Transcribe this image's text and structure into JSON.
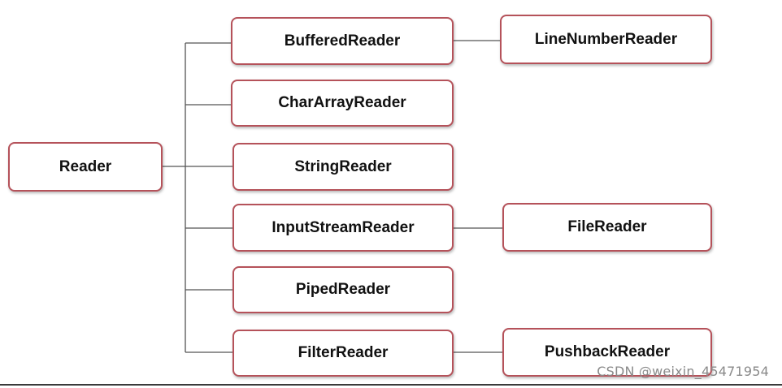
{
  "diagram": {
    "root": "Reader",
    "children": [
      {
        "label": "BufferedReader",
        "child": "LineNumberReader"
      },
      {
        "label": "CharArrayReader"
      },
      {
        "label": "StringReader"
      },
      {
        "label": "InputStreamReader",
        "child": "FileReader"
      },
      {
        "label": "PipedReader"
      },
      {
        "label": "FilterReader",
        "child": "PushbackReader"
      }
    ]
  },
  "colors": {
    "node_border": "#b5525a",
    "connector": "#555555",
    "text": "#111111"
  },
  "watermark": "CSDN @weixin_45471954"
}
